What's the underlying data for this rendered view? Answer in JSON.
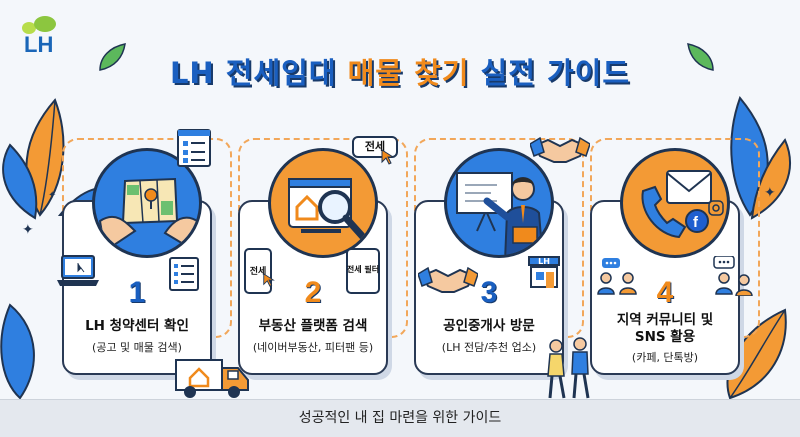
{
  "logo": {
    "text": "LH"
  },
  "title": {
    "part1": "LH 전세임대 ",
    "highlight": "매물 찾기",
    "part2": " 실전 가이드"
  },
  "steps": [
    {
      "number": "1",
      "title": "LH 청약센터 확인",
      "subtitle": "(공고 및 매물 검색)",
      "circle_color": "#2f7fe0"
    },
    {
      "number": "2",
      "title": "부동산 플랫폼 검색",
      "subtitle": "(네이버부동산, 피터팬 등)",
      "circle_color": "#f39a35"
    },
    {
      "number": "3",
      "title": "공인중개사 방문",
      "subtitle": "(LH 전담/추천 업소)",
      "circle_color": "#2f7fe0"
    },
    {
      "number": "4",
      "title_line1": "지역 커뮤니티 및",
      "title_line2": "SNS 활용",
      "subtitle": "(카페, 단톡방)",
      "circle_color": "#f39a35"
    }
  ],
  "labels": {
    "jeonse_bubble": "전세",
    "phone_left": "전세",
    "phone_right": "전세 필터",
    "lh_shop": "LH"
  },
  "footer": {
    "text": "성공적인 내 집 마련을 위한 가이드"
  },
  "colors": {
    "primary_blue": "#1a5fc0",
    "accent_orange": "#f08a1c",
    "navy": "#1f3452"
  }
}
